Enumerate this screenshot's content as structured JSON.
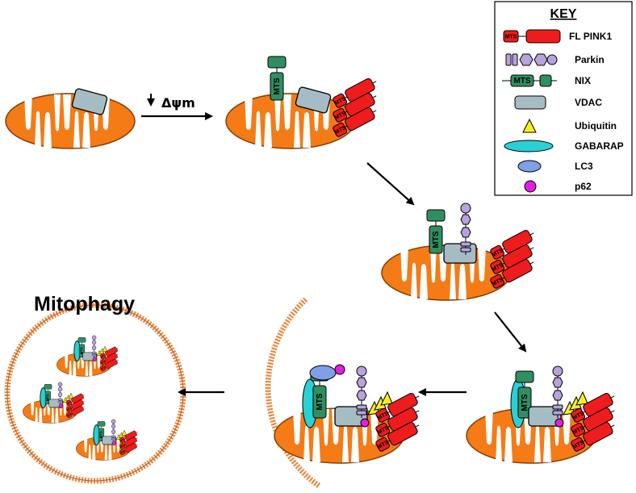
{
  "title": "Mitophagy",
  "condition_label": "Δψm",
  "mts_label": "MTS",
  "key": {
    "title": "KEY",
    "items": [
      {
        "label": "FL PINK1",
        "icon": "pink1-icon"
      },
      {
        "label": "Parkin",
        "icon": "parkin-icon"
      },
      {
        "label": "NIX",
        "icon": "nix-icon"
      },
      {
        "label": "VDAC",
        "icon": "vdac-icon"
      },
      {
        "label": "Ubiquitin",
        "icon": "ubiquitin-icon"
      },
      {
        "label": "GABARAP",
        "icon": "gabarap-icon"
      },
      {
        "label": "LC3",
        "icon": "lc3-icon"
      },
      {
        "label": "p62",
        "icon": "p62-icon"
      }
    ]
  },
  "colors": {
    "mitochondrion": "#f47b16",
    "mito_outline": "#8a3c00",
    "pink1": "#ee1c1c",
    "parkin": "#b9a2e0",
    "nix": "#2f8f62",
    "vdac": "#a6bcc4",
    "ubiquitin": "#f7ee22",
    "gabarap": "#29d0d6",
    "lc3": "#7f9fe8",
    "p62": "#e020e0",
    "autophagosome": "#f0a060"
  }
}
